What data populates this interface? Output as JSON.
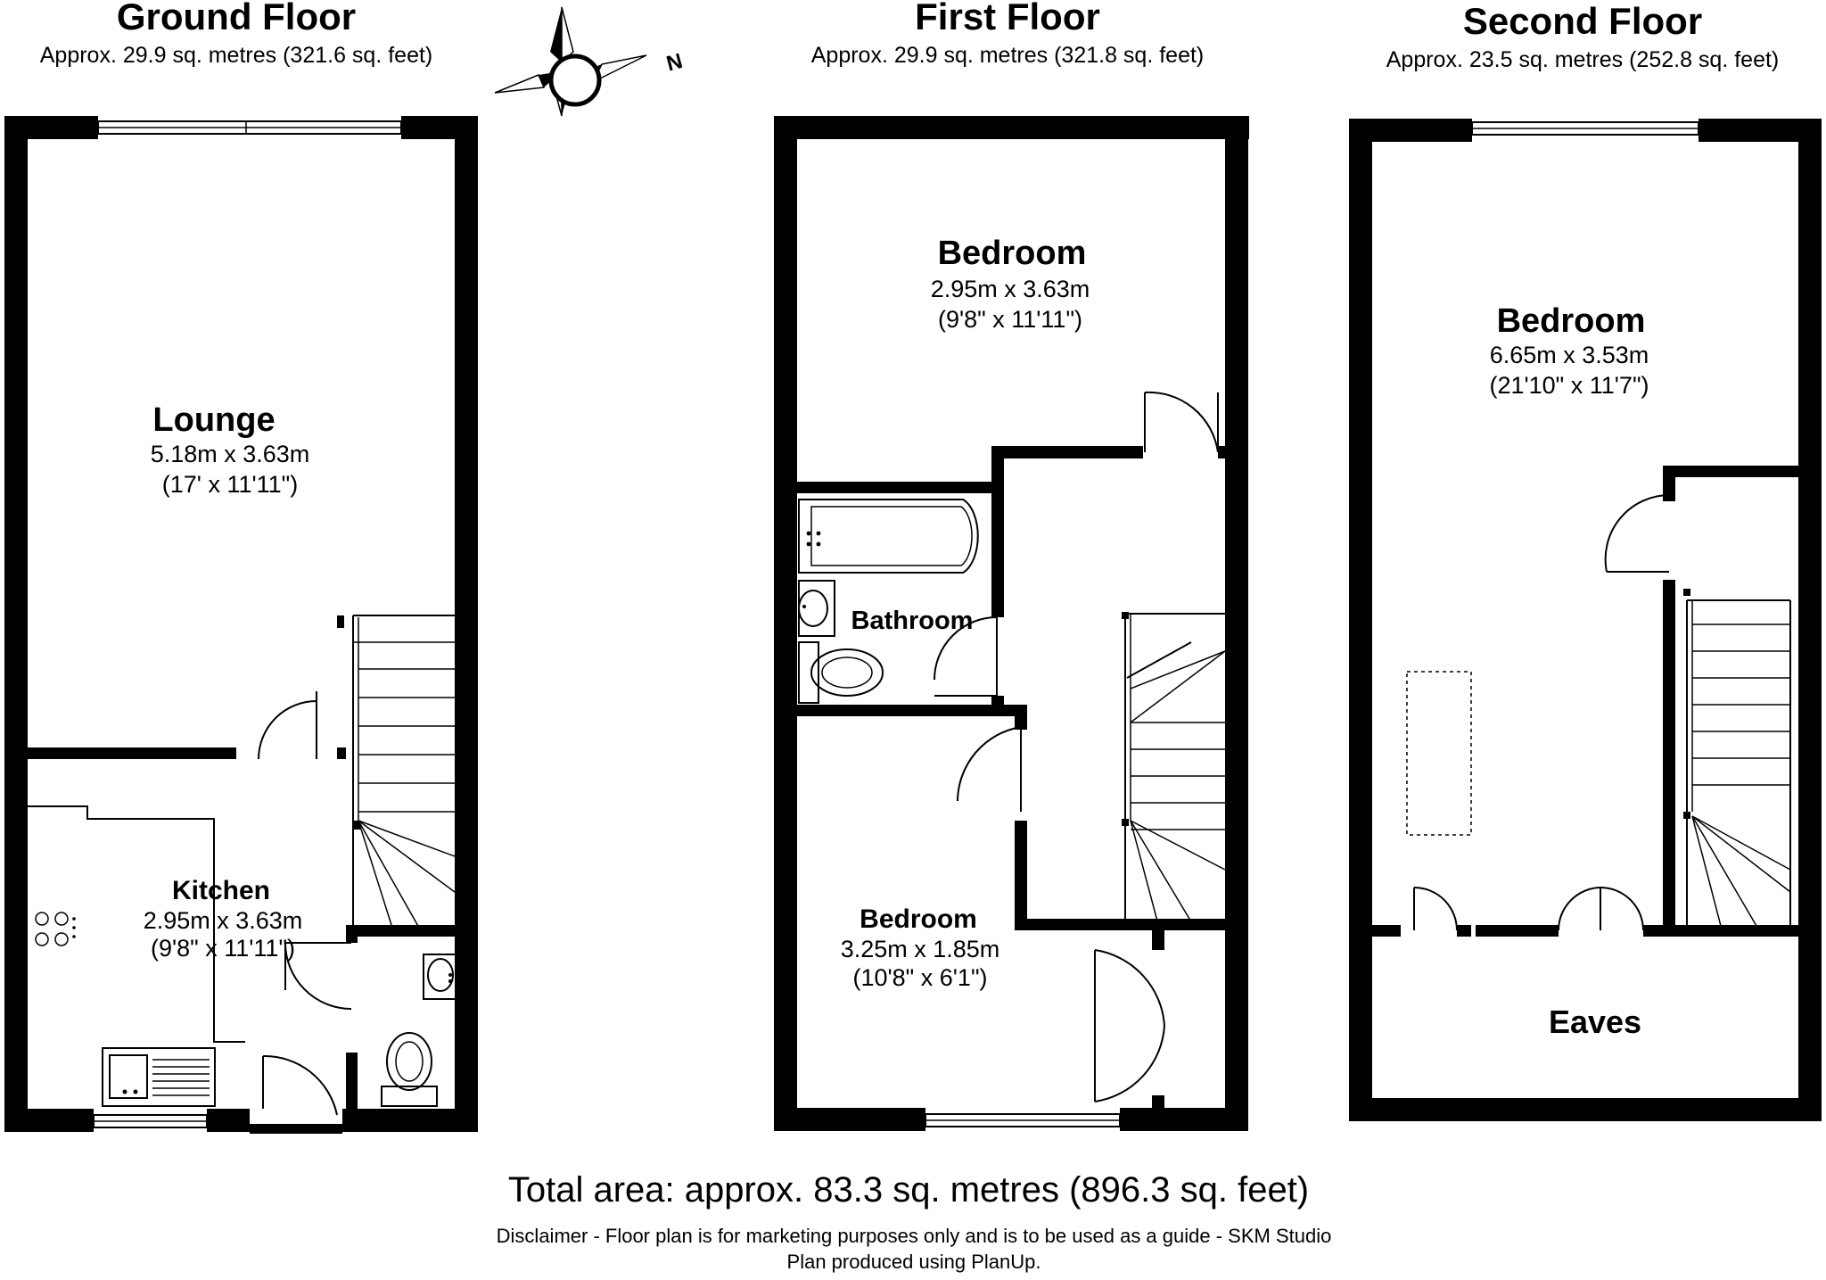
{
  "floors": {
    "ground": {
      "title": "Ground Floor",
      "area": "Approx. 29.9 sq. metres (321.6 sq. feet)",
      "lounge": {
        "name": "Lounge",
        "metric": "5.18m x 3.63m",
        "imperial": "(17' x 11'11\")"
      },
      "kitchen": {
        "name": "Kitchen",
        "metric": "2.95m x 3.63m",
        "imperial": "(9'8\" x 11'11\")"
      }
    },
    "first": {
      "title": "First Floor",
      "area": "Approx. 29.9 sq. metres (321.8 sq. feet)",
      "bedroom_front": {
        "name": "Bedroom",
        "metric": "2.95m x 3.63m",
        "imperial": "(9'8\" x 11'11\")"
      },
      "bathroom": {
        "name": "Bathroom"
      },
      "bedroom_rear": {
        "name": "Bedroom",
        "metric": "3.25m x 1.85m",
        "imperial": "(10'8\" x 6'1\")"
      }
    },
    "second": {
      "title": "Second Floor",
      "area": "Approx. 23.5 sq. metres (252.8 sq. feet)",
      "bedroom": {
        "name": "Bedroom",
        "metric": "6.65m x 3.53m",
        "imperial": "(21'10\" x 11'7\")"
      },
      "eaves": {
        "name": "Eaves"
      }
    }
  },
  "compass": {
    "north_label": "N"
  },
  "footer": {
    "total_area": "Total area: approx. 83.3 sq. metres (896.3 sq. feet)",
    "disclaimer_line1": "Disclaimer - Floor plan is for marketing purposes only and is to be used as a guide - SKM Studio",
    "disclaimer_line2": "Plan produced using PlanUp."
  }
}
